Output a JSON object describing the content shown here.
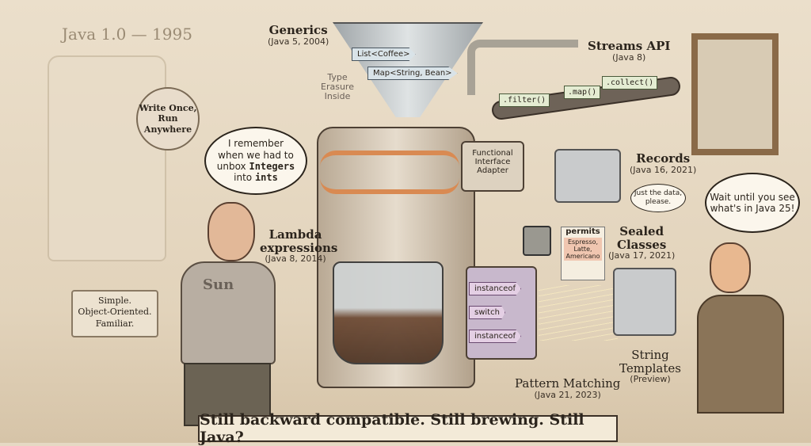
{
  "left_era": {
    "title": "Java 1.0 — 1995",
    "seal": "Write Once, Run Anywhere",
    "plaque": [
      "Simple.",
      "Object-Oriented.",
      "Familiar."
    ]
  },
  "old_man": {
    "speech": [
      "I remember",
      "when we had to",
      "unbox",
      "Integers",
      "into",
      "ints"
    ],
    "shirt": "Sun"
  },
  "generics": {
    "title": "Generics",
    "sub": "(Java 5, 2004)",
    "tags": [
      "List<Coffee>",
      "Map<String, Bean>"
    ],
    "ghost": "Type Erasure Inside"
  },
  "streams": {
    "title": "Streams API",
    "sub": "(Java 8)",
    "ops": [
      ".filter()",
      ".map()",
      ".collect()"
    ]
  },
  "adapter": "Functional Interface Adapter",
  "lambda": {
    "title": "Lambda expressions",
    "sub": "(Java 8, 2014)"
  },
  "records": {
    "title": "Records",
    "sub": "(Java 16, 2021)",
    "speech": "Just the data, please."
  },
  "sealed": {
    "title": "Sealed Classes",
    "sub": "(Java 17, 2021)",
    "permits": "permits",
    "list": "Espresso, Latte, Americano"
  },
  "pattern": {
    "title": "Pattern Matching",
    "sub": "(Java 21, 2023)",
    "arrows": [
      "instanceof",
      "switch",
      "instanceof"
    ]
  },
  "templates": {
    "title": "String Templates",
    "sub": "(Preview)"
  },
  "young_man": {
    "speech": "Wait until you see what's in Java 25!"
  },
  "banner": "Still backward compatible. Still brewing. Still Java?"
}
